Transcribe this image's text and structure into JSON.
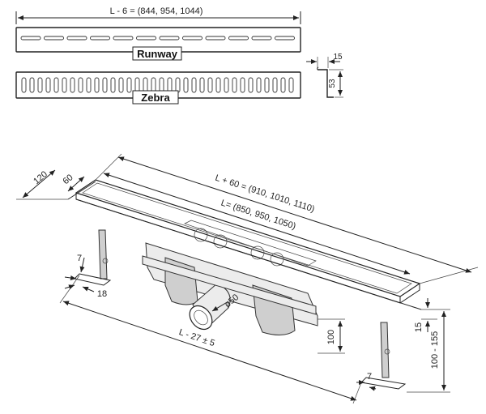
{
  "grates": {
    "top_length_dim": "L - 6 = (844, 954, 1044)",
    "runway_label": "Runway",
    "zebra_label": "Zebra"
  },
  "profile": {
    "width_dim": "15",
    "height_dim": "53"
  },
  "channel": {
    "overall_length_dim": "L + 60 = (910, 1010, 1110)",
    "channel_length_dim": "L= (850, 950, 1050)",
    "width_outer_dim": "120",
    "width_inner_dim": "60",
    "leg_length_dim": "L - 27 ± 5",
    "outlet_dim": "ø50",
    "height_range_dim": "100 - 155",
    "body_height_dim": "100",
    "rim_dim": "15",
    "foot_left_dim": "7",
    "foot_right_dim": "7",
    "foot_offset_dim": "18"
  }
}
